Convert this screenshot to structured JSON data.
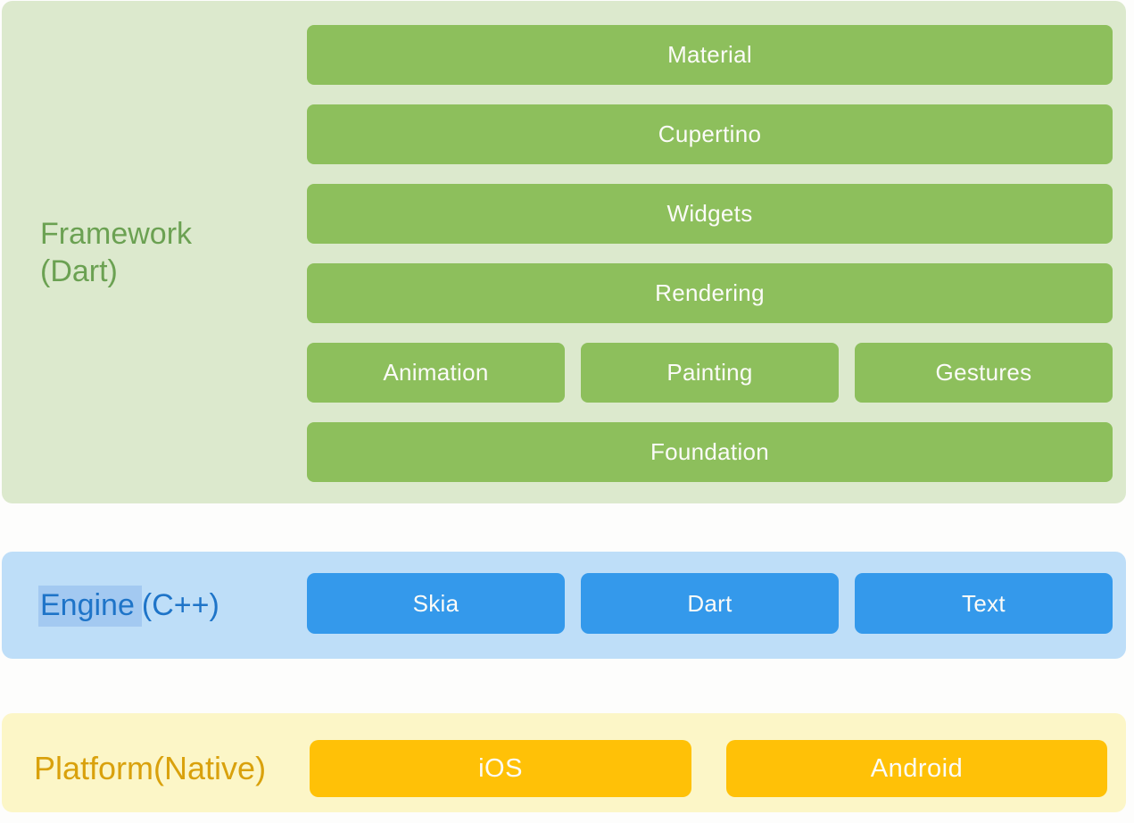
{
  "colors": {
    "page-bg": "#FDFDFC",
    "framework-bg": "#DCE9CD",
    "framework-label": "#6BA152",
    "framework-bar": "#8DBF5C",
    "bar-text": "#FBFBF8",
    "engine-bg": "#BEDEF8",
    "engine-label": "#1E74C8",
    "engine-selection": "#A3C9F1",
    "engine-bar": "#3499EB",
    "platform-bg": "#FCF6C7",
    "platform-label": "#D9A10C",
    "platform-bar": "#FFC107"
  },
  "framework": {
    "label": "Framework (Dart)",
    "bars": [
      "Material",
      "Cupertino",
      "Widgets",
      "Rendering",
      "Animation",
      "Painting",
      "Gestures",
      "Foundation"
    ]
  },
  "engine": {
    "label_selected": "Engine",
    "label_rest": "(C++)",
    "bars": [
      "Skia",
      "Dart",
      "Text"
    ]
  },
  "platform": {
    "label": "Platform(Native)",
    "bars": [
      "iOS",
      "Android"
    ]
  }
}
